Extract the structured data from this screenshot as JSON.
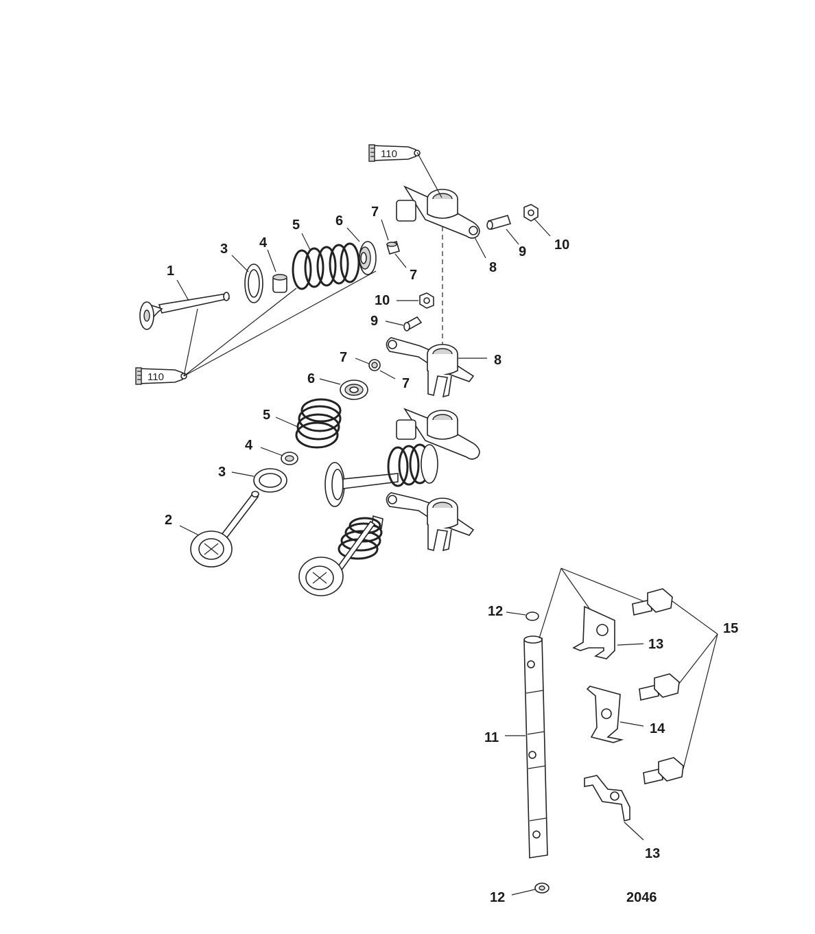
{
  "diagram": {
    "ref_number": "2046",
    "sealant_tubes": [
      {
        "id": "tube-top",
        "text": "110"
      },
      {
        "id": "tube-left",
        "text": "110"
      }
    ],
    "callouts": [
      {
        "id": "c1",
        "text": "1"
      },
      {
        "id": "c2",
        "text": "2"
      },
      {
        "id": "c3a",
        "text": "3"
      },
      {
        "id": "c3b",
        "text": "3"
      },
      {
        "id": "c4a",
        "text": "4"
      },
      {
        "id": "c4b",
        "text": "4"
      },
      {
        "id": "c5a",
        "text": "5"
      },
      {
        "id": "c5b",
        "text": "5"
      },
      {
        "id": "c6a",
        "text": "6"
      },
      {
        "id": "c6b",
        "text": "6"
      },
      {
        "id": "c7a",
        "text": "7"
      },
      {
        "id": "c7b",
        "text": "7"
      },
      {
        "id": "c7c",
        "text": "7"
      },
      {
        "id": "c7d",
        "text": "7"
      },
      {
        "id": "c8a",
        "text": "8"
      },
      {
        "id": "c8b",
        "text": "8"
      },
      {
        "id": "c9a",
        "text": "9"
      },
      {
        "id": "c9b",
        "text": "9"
      },
      {
        "id": "c10a",
        "text": "10"
      },
      {
        "id": "c10b",
        "text": "10"
      },
      {
        "id": "c11",
        "text": "11"
      },
      {
        "id": "c12a",
        "text": "12"
      },
      {
        "id": "c12b",
        "text": "12"
      },
      {
        "id": "c13a",
        "text": "13"
      },
      {
        "id": "c13b",
        "text": "13"
      },
      {
        "id": "c14",
        "text": "14"
      },
      {
        "id": "c15",
        "text": "15"
      }
    ]
  }
}
